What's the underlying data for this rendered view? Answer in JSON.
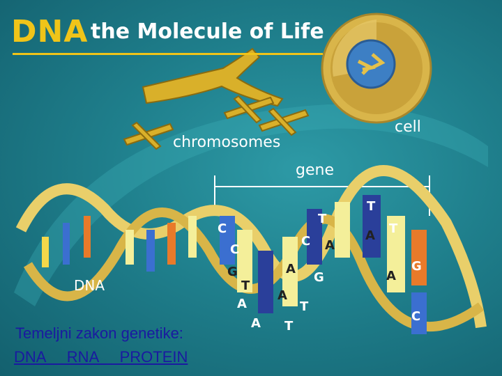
{
  "title": {
    "dna": "DNA",
    "rest": "the Molecule of Life"
  },
  "labels": {
    "chromosomes": "chromosomes",
    "cell": "cell",
    "gene": "gene",
    "dna": "DNA"
  },
  "bases": [
    "C",
    "C",
    "G",
    "T",
    "A",
    "A",
    "T",
    "A",
    "A",
    "G",
    "C",
    "A",
    "T",
    "T",
    "A",
    "T",
    "A",
    "G",
    "C"
  ],
  "caption": "Temeljni zakon genetike:",
  "flow": "DNA     RNA     PROTEIN"
}
